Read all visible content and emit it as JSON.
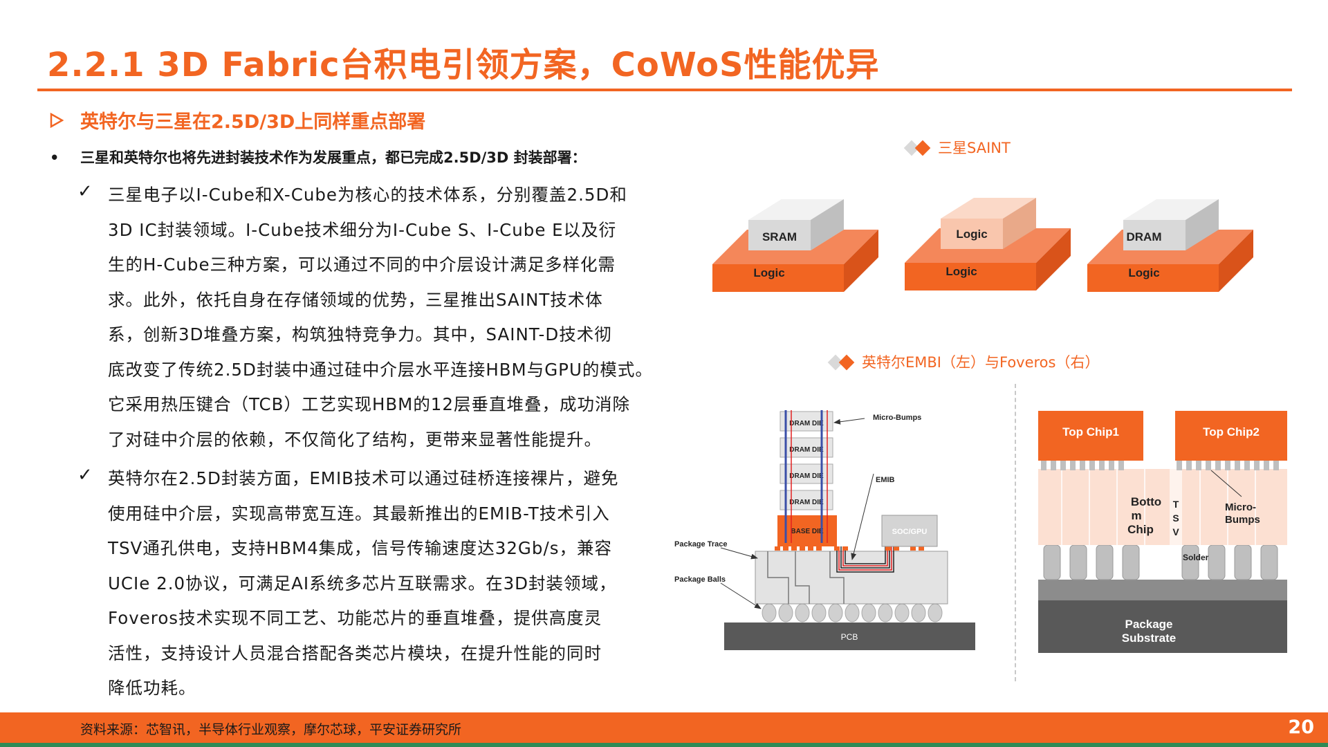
{
  "title": "2.2.1 3D Fabric台积电引领方案，CoWoS性能优异",
  "subhead": "英特尔与三星在2.5D/3D上同样重点部署",
  "subhead_icon": "arrow-right-icon",
  "bullet": "三星和英特尔也将先进封装技术作为发展重点，都已完成2.5D/3D 封装部署：",
  "paragraph1": [
    "三星电子以I-Cube和X-Cube为核心的技术体系，分别覆盖2.5D和",
    "3D IC封装领域。I-Cube技术细分为I-Cube S、I-Cube E以及衍",
    "生的H-Cube三种方案，可以通过不同的中介层设计满足多样化需",
    "求。此外，依托自身在存储领域的优势，三星推出SAINT技术体",
    "系，创新3D堆叠方案，构筑独特竞争力。其中，SAINT-D技术彻",
    "底改变了传统2.5D封装中通过硅中介层水平连接HBM与GPU的模式。",
    "它采用热压键合（TCB）工艺实现HBM的12层垂直堆叠，成功消除",
    "了对硅中介层的依赖，不仅简化了结构，更带来显著性能提升。"
  ],
  "paragraph2": [
    "英特尔在2.5D封装方面，EMIB技术可以通过硅桥连接裸片，避免",
    "使用硅中介层，实现高带宽互连。其最新推出的EMIB-T技术引入",
    "TSV通孔供电，支持HBM4集成，信号传输速度达32Gb/s，兼容",
    "UCIe 2.0协议，可满足AI系统多芯片互联需求。在3D封装领域，",
    "Foveros技术实现不同工艺、功能芯片的垂直堆叠，提供高度灵",
    "活性，支持设计人员混合搭配各类芯片模块，在提升性能的同时",
    "降低功耗。"
  ],
  "check_mark": "✓",
  "bullet_mark": "•",
  "legend_samsung": "三星SAINT",
  "legend_intel": "英特尔EMBI（左）与Foveros（右）",
  "saint_blocks": [
    {
      "top": "SRAM",
      "bottom": "Logic"
    },
    {
      "top": "Logic",
      "bottom": "Logic"
    },
    {
      "top": "DRAM",
      "bottom": "Logic"
    }
  ],
  "emib_labels": {
    "dram_die": "DRAM DIE",
    "base_die": "BASE DIE",
    "soc_gpu": "SOC/GPU",
    "micro_bumps": "Micro-Bumps",
    "emib": "EMIB",
    "package_trace": "Package Trace",
    "package_balls": "Package Balls",
    "pcb": "PCB"
  },
  "foveros_labels": {
    "top_chip1": "Top Chip1",
    "top_chip2": "Top Chip2",
    "bottom_chip": [
      "Botto",
      "m",
      "Chip"
    ],
    "tsv": [
      "T",
      "S",
      "V"
    ],
    "micro_bumps": [
      "Micro-",
      "Bumps"
    ],
    "solder": "Solder",
    "package_substrate": [
      "Package",
      "Substrate"
    ]
  },
  "source": "资料来源：芯智讯，半导体行业观察，摩尔芯球，平安证券研究所",
  "page_number": "20",
  "colors": {
    "accent": "#f26522",
    "light_orange": "#f9c6ad",
    "grey": "#d9d9d9",
    "dark_grey": "#595959",
    "green": "#2e8b57"
  }
}
